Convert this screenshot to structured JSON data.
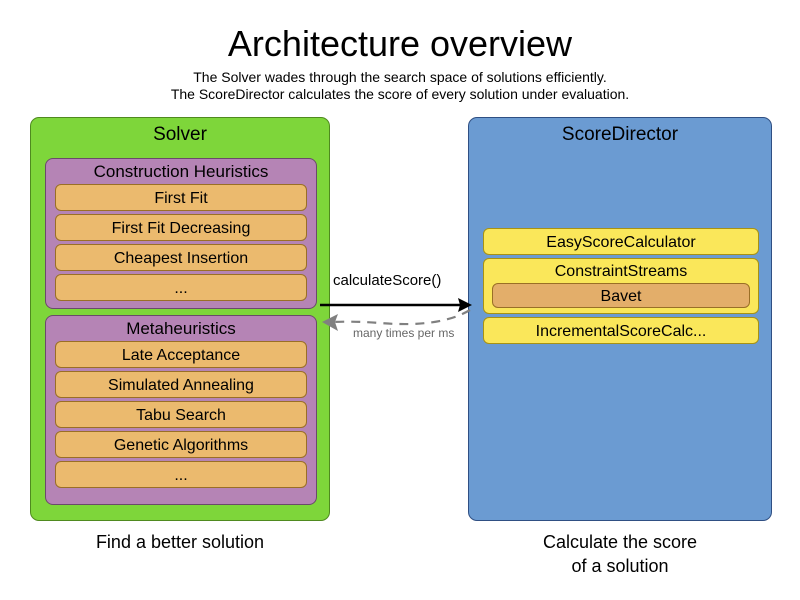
{
  "header": {
    "title": "Architecture overview",
    "subtitle_lines": [
      "The Solver wades through the search space of solutions efficiently.",
      "The ScoreDirector calculates the score of every solution under evaluation."
    ]
  },
  "solver": {
    "title": "Solver",
    "caption": "Find a better solution",
    "groups": [
      {
        "title": "Construction Heuristics",
        "items": [
          "First Fit",
          "First Fit Decreasing",
          "Cheapest Insertion",
          "..."
        ]
      },
      {
        "title": "Metaheuristics",
        "items": [
          "Late Acceptance",
          "Simulated Annealing",
          "Tabu Search",
          "Genetic Algorithms",
          "..."
        ]
      }
    ]
  },
  "score_director": {
    "title": "ScoreDirector",
    "caption_lines": [
      "Calculate the score",
      "of a solution"
    ],
    "calculators": [
      {
        "label": "EasyScoreCalculator",
        "nested": []
      },
      {
        "label": "ConstraintStreams",
        "nested": [
          "Bavet"
        ]
      },
      {
        "label": "IncrementalScoreCalc...",
        "nested": []
      }
    ]
  },
  "connector": {
    "request_label": "calculateScore()",
    "response_label": "many times per ms"
  },
  "colors": {
    "solver_green": "#7ED63A",
    "group_purple": "#B584B5",
    "item_orange": "#EBBA6E",
    "score_blue": "#6B9BD2",
    "calc_yellow": "#FAE75A",
    "nested_orange": "#E3AE6A",
    "arrow_solid": "#000000",
    "arrow_dashed": "#808080"
  }
}
